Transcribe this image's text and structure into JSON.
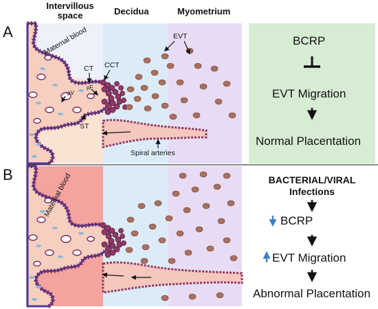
{
  "headers": {
    "intervillous": "Intervillous space",
    "decidua": "Decidua",
    "myometrium": "Myometrium"
  },
  "panels": {
    "a": {
      "letter": "A",
      "maternal_blood": "Maternal blood",
      "labels": {
        "ct": "CT",
        "cct": "CCT",
        "evt": "EVT",
        "pv": "pV",
        "pf": "pF",
        "st": "ST",
        "spiral": "Spiral arteries"
      },
      "flow": [
        "BCRP",
        "EVT Migration",
        "Normal Placentation"
      ]
    },
    "b": {
      "letter": "B",
      "maternal_blood": "Maternal blood",
      "infection": "BACTERIAL/VIRAL Infections",
      "flow": [
        "BCRP",
        "EVT Migration",
        "Abnormal Placentation"
      ]
    }
  },
  "colors": {
    "intervillous_a": "#fbe3d4",
    "intervillous_b": "#f4a39e",
    "maternal_blood_a": "#eef0fa",
    "decidua": "#dcebf8",
    "myometrium": "#e8dcf4",
    "green_box": "#d6ecd3",
    "villus_core": "#f6cfc0",
    "syncytium": "#7a2a5e",
    "cytotrophoblast": "#4e3a9a",
    "evt_cell": "#a9705f",
    "arrow_blue": "#3b82c4"
  }
}
